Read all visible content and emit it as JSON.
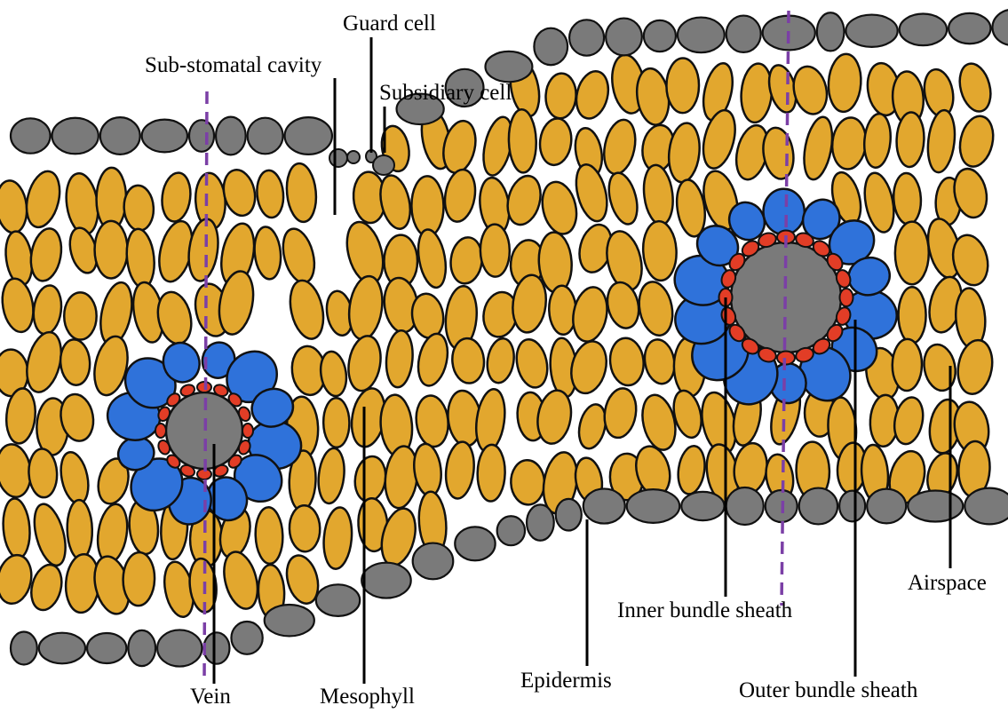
{
  "labels": {
    "guard_cell": "Guard cell",
    "sub_stomatal_cavity": "Sub-stomatal cavity",
    "subsidiary_cell": "Subsidiary cell",
    "vein": "Vein",
    "mesophyll": "Mesophyll",
    "epidermis": "Epidermis",
    "inner_bundle_sheath": "Inner bundle sheath",
    "outer_bundle_sheath": "Outer bundle sheath",
    "airspace": "Airspace"
  },
  "colors": {
    "mesophyll": "#E2A72E",
    "epidermis": "#7A7A7A",
    "outer_bundle_sheath": "#2F72DA",
    "inner_bundle_sheath": "#E23D26",
    "vein": "#7A7A7A",
    "outline": "#111111",
    "section_line": "#7B3FA6"
  }
}
